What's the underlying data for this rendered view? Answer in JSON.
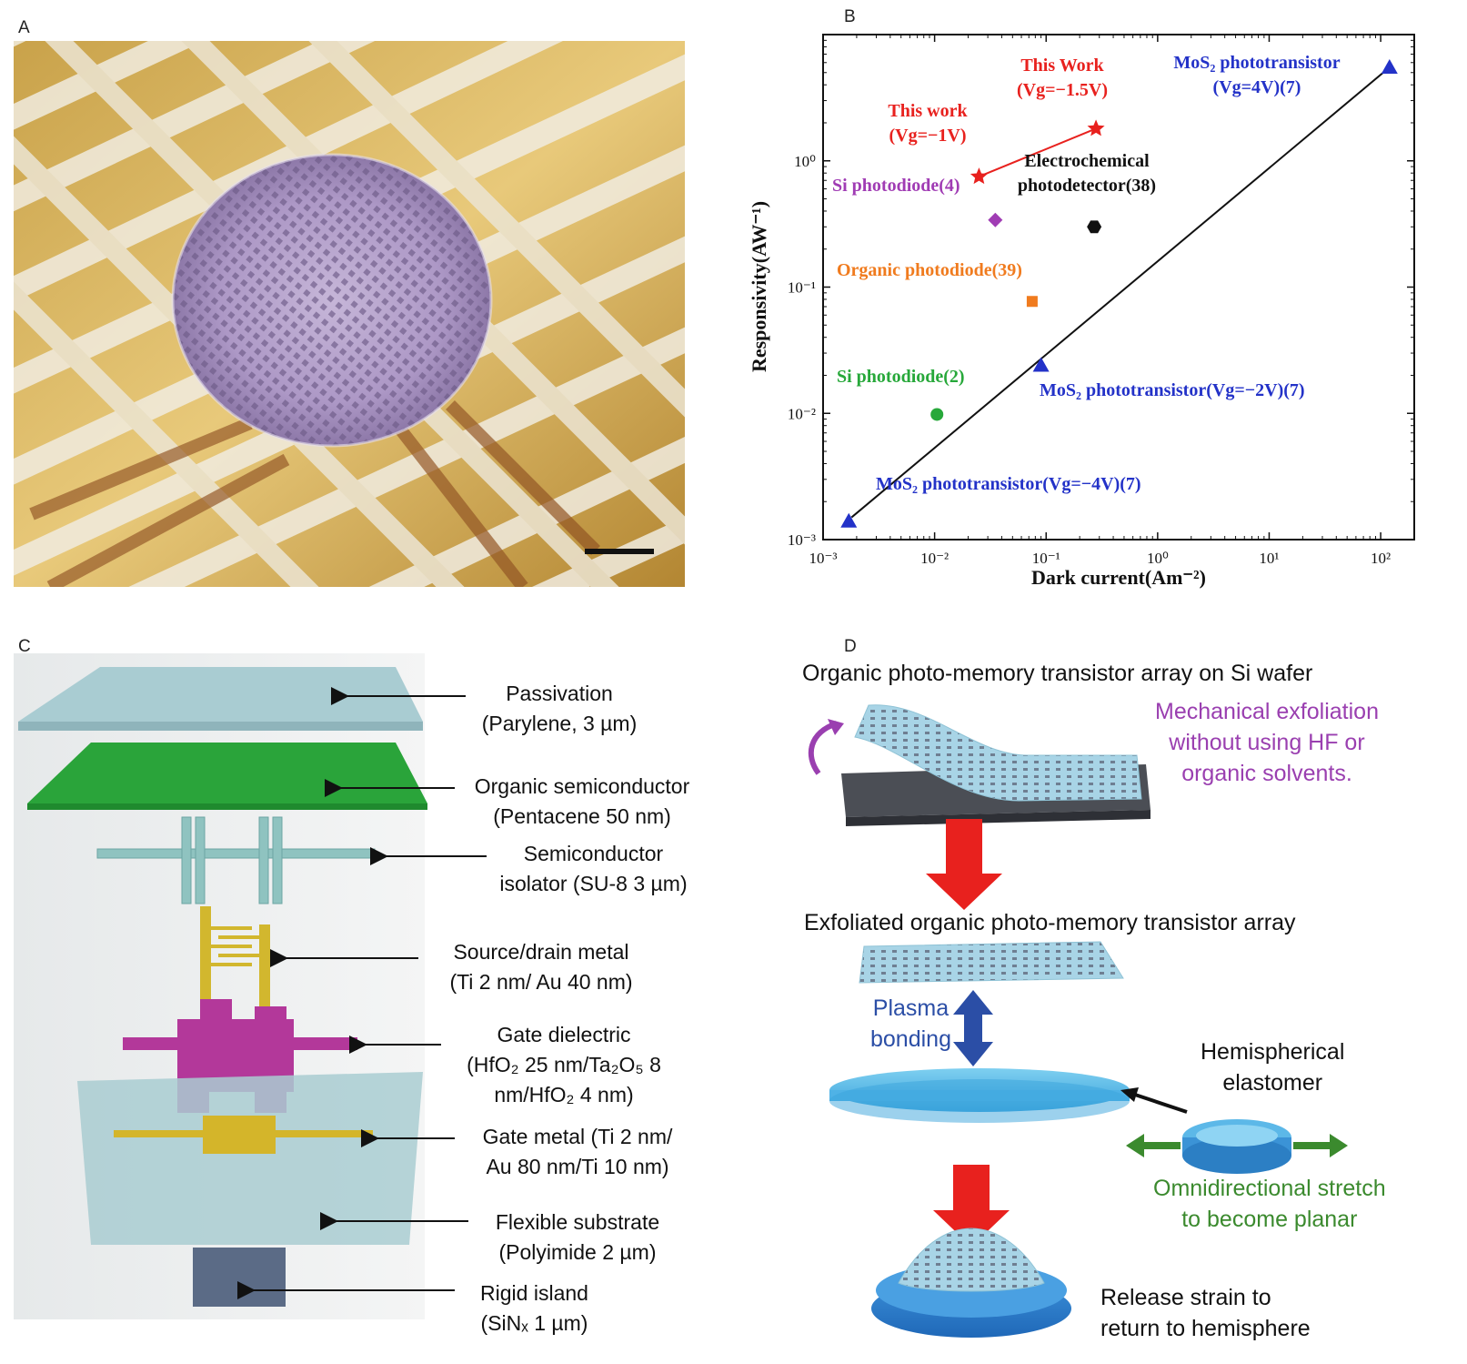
{
  "panels": {
    "a": "A",
    "b": "B",
    "c": "C",
    "d": "D"
  },
  "colors": {
    "red": "#e8211e",
    "blue": "#2332c8",
    "purple": "#a03cb4",
    "orange": "#f07b1e",
    "green": "#27a83a",
    "black": "#111111"
  },
  "chart_data": {
    "type": "scatter",
    "xlabel": "Dark current(Am⁻²)",
    "ylabel": "Responsivity(AW⁻¹)",
    "x_scale": "log",
    "y_scale": "log",
    "xlim": [
      0.001,
      200
    ],
    "ylim": [
      0.001,
      10
    ],
    "x_ticks": [
      "10⁻³",
      "10⁻²",
      "10⁻¹",
      "10⁰",
      "10¹",
      "10²"
    ],
    "y_ticks": [
      "10⁻³",
      "10⁻²",
      "10⁻¹",
      "10⁰"
    ],
    "points": [
      {
        "label_lines": [
          "This Work",
          "(Vg=−1.5V)"
        ],
        "x": 0.28,
        "y": 1.8,
        "marker": "star",
        "color": "#e8211e"
      },
      {
        "label_lines": [
          "This work",
          "(Vg=−1V)"
        ],
        "x": 0.025,
        "y": 0.75,
        "marker": "star",
        "color": "#e8211e"
      },
      {
        "label_lines": [
          "Si photodiode(4)"
        ],
        "x": 0.035,
        "y": 0.34,
        "marker": "diamond",
        "color": "#a03cb4"
      },
      {
        "label_lines": [
          "Electrochemical",
          "photodetector(38)"
        ],
        "x": 0.27,
        "y": 0.3,
        "marker": "hexagon",
        "color": "#111111"
      },
      {
        "label_lines": [
          "Organic photodiode(39)"
        ],
        "x": 0.075,
        "y": 0.077,
        "marker": "square",
        "color": "#f07b1e"
      },
      {
        "label_lines": [
          "Si photodiode(2)"
        ],
        "x": 0.0105,
        "y": 0.0098,
        "marker": "circle",
        "color": "#27a83a"
      },
      {
        "label_lines": [
          "MoS₂ phototransistor",
          "(Vg=4V)(7)"
        ],
        "x": 120,
        "y": 5.5,
        "marker": "triangle",
        "color": "#2332c8"
      },
      {
        "label_lines": [
          "MoS₂ phototransistor(Vg=−2V)(7)"
        ],
        "x": 0.09,
        "y": 0.024,
        "marker": "triangle",
        "color": "#2332c8"
      },
      {
        "label_lines": [
          "MoS₂ phototransistor(Vg=−4V)(7)"
        ],
        "x": 0.0017,
        "y": 0.0014,
        "marker": "triangle",
        "color": "#2332c8"
      }
    ],
    "lines": [
      {
        "from": [
          0.0018,
          0.0015
        ],
        "to": [
          120,
          5.5
        ],
        "color": "#111111"
      },
      {
        "from": [
          0.025,
          0.75
        ],
        "to": [
          0.28,
          1.8
        ],
        "color": "#e8211e"
      }
    ]
  },
  "layers": [
    {
      "lines": [
        "Passivation",
        "(Parylene, 3 µm)"
      ]
    },
    {
      "lines": [
        "Organic semiconductor",
        "(Pentacene 50 nm)"
      ]
    },
    {
      "lines": [
        "Semiconductor",
        "isolator (SU-8 3 µm)"
      ]
    },
    {
      "lines": [
        "Source/drain metal",
        "(Ti 2 nm/ Au 40 nm)"
      ]
    },
    {
      "lines": [
        "Gate dielectric",
        "(HfO₂ 25 nm/Ta₂O₅ 8",
        "nm/HfO₂ 4 nm)"
      ]
    },
    {
      "lines": [
        "Gate metal (Ti 2 nm/",
        "Au 80 nm/Ti 10 nm)"
      ]
    },
    {
      "lines": [
        "Flexible substrate",
        "(Polyimide 2 µm)"
      ]
    },
    {
      "lines": [
        "Rigid island",
        "(SiNₓ 1 µm)"
      ]
    }
  ],
  "process": {
    "step1_title": "Organic photo-memory transistor array on Si wafer",
    "exfoliation_note": [
      "Mechanical exfoliation",
      "without using HF or",
      "organic solvents."
    ],
    "step2_title": "Exfoliated organic photo-memory transistor array",
    "plasma": [
      "Plasma",
      "bonding"
    ],
    "hemispherical": [
      "Hemispherical",
      "elastomer"
    ],
    "stretch": [
      "Omnidirectional stretch",
      "to become planar"
    ],
    "release": [
      "Release strain to",
      "return to hemisphere"
    ]
  }
}
